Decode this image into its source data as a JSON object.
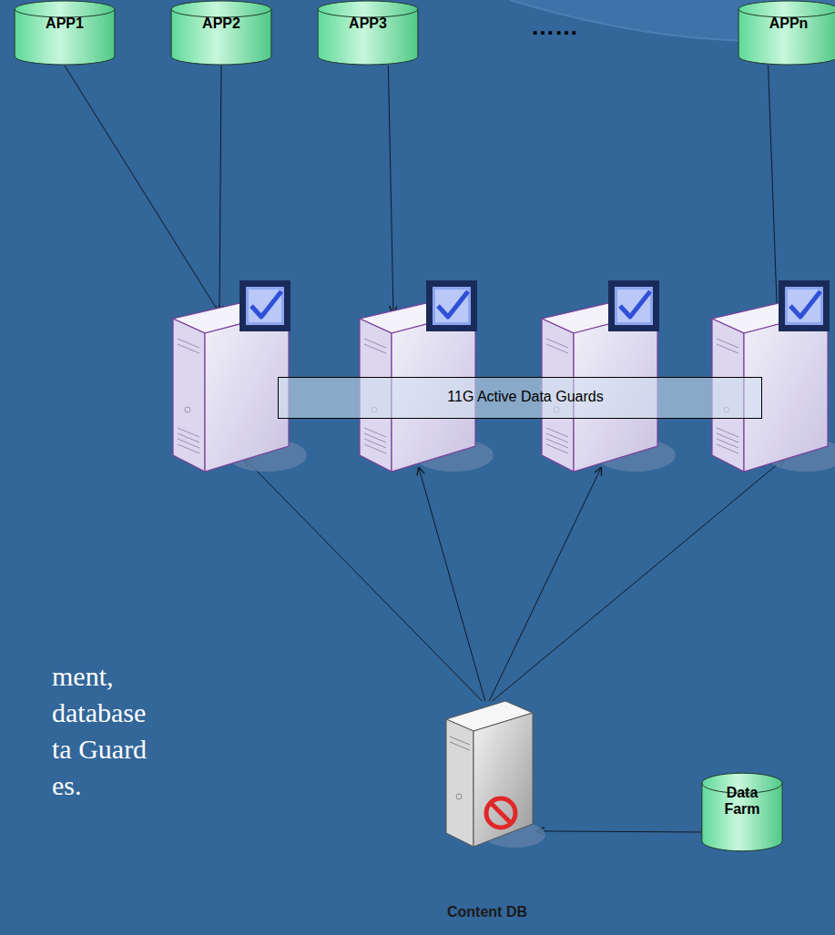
{
  "diagram": {
    "nodes": [
      {
        "text": [
          "APP1"
        ]
      },
      {
        "text": [
          "APP2"
        ]
      },
      {
        "text": [
          "APP3"
        ]
      },
      {
        "text": [
          "APPn"
        ]
      },
      {
        "text": []
      },
      {
        "text": []
      },
      {
        "text": []
      },
      {
        "text": []
      },
      {
        "text": [
          "11G Active Data Guards"
        ]
      },
      {
        "text": [
          "Content DB"
        ]
      },
      {
        "text": [
          "Data Farm"
        ]
      }
    ],
    "edges": [
      {
        "from": 0,
        "to": 4,
        "arrow": "to"
      },
      {
        "from": 1,
        "to": 4,
        "arrow": "to"
      },
      {
        "from": 2,
        "to": 5,
        "arrow": "to"
      },
      {
        "from": 3,
        "to": 7,
        "arrow": "to"
      },
      {
        "from": 9,
        "to": 4,
        "arrow": "to"
      },
      {
        "from": 9,
        "to": 5,
        "arrow": "to"
      },
      {
        "from": 9,
        "to": 6,
        "arrow": "to"
      },
      {
        "from": 9,
        "to": 7,
        "arrow": "to"
      },
      {
        "from": 10,
        "to": 9,
        "arrow": "to"
      }
    ],
    "labels": [
      "……",
      "ment,",
      "database",
      "ta Guard",
      "es."
    ]
  }
}
